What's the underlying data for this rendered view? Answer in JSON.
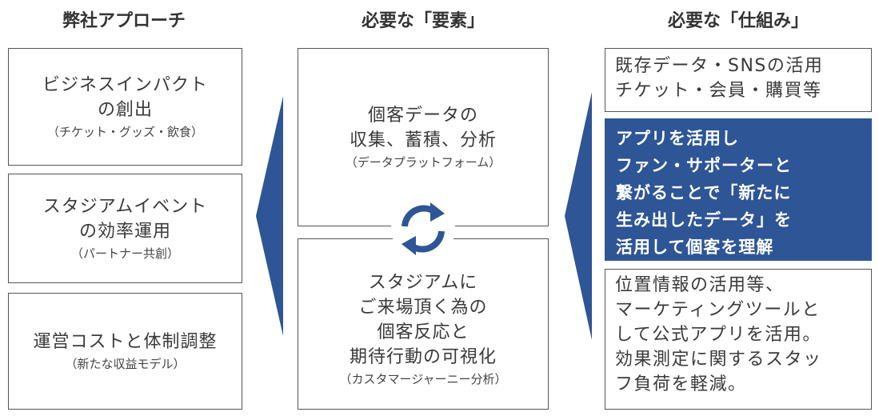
{
  "headers": {
    "approach": "弊社アプローチ",
    "elements": "必要な「要素」",
    "mechanism": "必要な「仕組み」"
  },
  "approach_boxes": [
    {
      "line1": "ビジネスインパクト",
      "line2": "の創出",
      "sub": "（チケット・グッズ・飲食）"
    },
    {
      "line1": "スタジアムイベント",
      "line2": "の効率運用",
      "sub": "（パートナー共創）"
    },
    {
      "line1": "運営コストと体制調整",
      "sub": "（新たな収益モデル）"
    }
  ],
  "element_boxes": [
    {
      "line1": "個客データの",
      "line2": "収集、蓄積、分析",
      "sub": "（データプラットフォーム）"
    },
    {
      "line1": "スタジアムに",
      "line2": "ご来場頂く為の",
      "line3": "個客反応と",
      "line4": "期待行動の可視化",
      "sub": "（カスタマージャーニー分析）"
    }
  ],
  "mechanism_boxes": {
    "top": {
      "line1": "既存データ・SNSの活用",
      "line2": "チケット・会員・購買等"
    },
    "highlight": {
      "line1": "アプリを活用し",
      "line2": "ファン・サポーターと",
      "line3": "繋がることで「新たに",
      "line4": "生み出したデータ」を",
      "line5": "活用して個客を理解"
    },
    "bottom": {
      "line1": "位置情報の活用等、",
      "line2": "マーケティングツールと",
      "line3": "して公式アプリを活用。",
      "line4": "効果測定に関するスタッ",
      "line5": "フ負荷を軽減。"
    }
  },
  "colors": {
    "accent": "#2e5596",
    "border": "#555555"
  },
  "icons": {
    "cycle": "refresh-cycle-icon"
  }
}
